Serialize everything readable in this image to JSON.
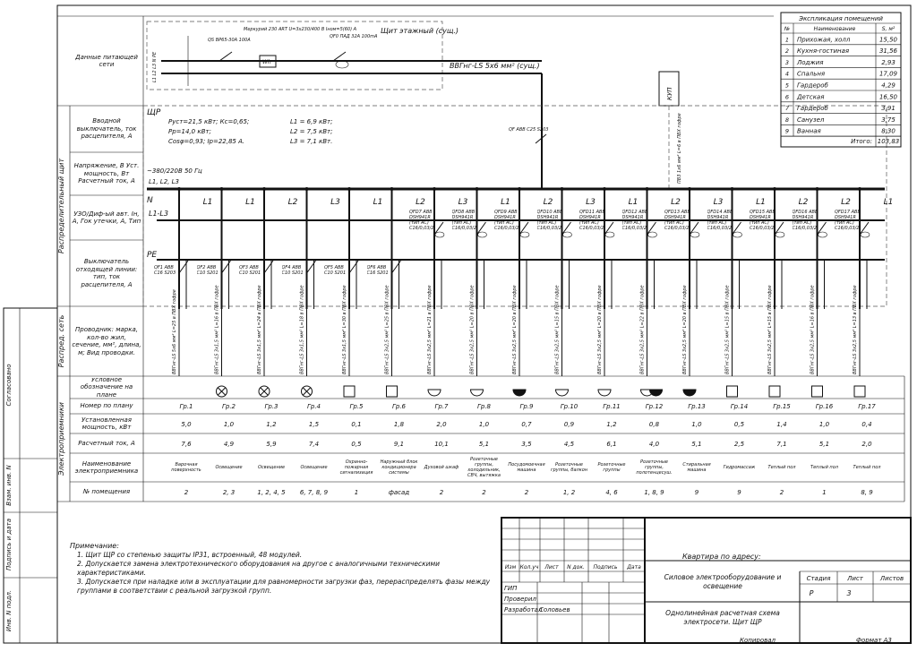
{
  "frame": {
    "left_stamp": [
      "Согласовано",
      "Взам. инв. N",
      "Подпись и дата",
      "Инв. N подл."
    ]
  },
  "row_labels": [
    "Данные питающей сети",
    "Вводной выключатель, ток расцепителя, А",
    "Напряжение, В Уст. мощность, Вт Расчетный ток, А",
    "УЗО/Диф-ый авт. Iн, А, Гок утечки, А, Тип",
    "Выключатель отходящей линии: тип, ток расцепителя, А",
    "Проводник: марка, кол-во жил, сечение, мм², длина, м; Вид проводки.",
    "Условное обозначение на плане",
    "Номер по плану",
    "Установленная мощность, кВт",
    "Расчетный ток, А",
    "Наименование электроприемника",
    "№ помещения"
  ],
  "side_groups": [
    "Распределительный щит",
    "Распред. сеть",
    "Электроприемники"
  ],
  "supply": {
    "panel_title": "Щит этажный (сущ.)",
    "qs_label": "QS ВР65-30А 100А",
    "meter_label": "Меркурий 230 ART U=3х230/400 В Iном=5(60) А",
    "meter_symbol": "Wh",
    "qf0_label": "QF0 ПАД 32А 100mA",
    "cable": "ВВГнг-LS 5х6 мм² (сущ.)",
    "kup": "КУП",
    "pe_cable": "ПВ3 1х6 мм² L=6 в ПВХ гофре",
    "phases": "L1 L2 L3 N PE"
  },
  "panel": {
    "id": "ЩР",
    "params_left": [
      "Руст=21,5 кВт;  Кс=0,65;",
      "Рр=14,0 кВт;",
      "Cosφ=0,93;   Iр=22,85 А."
    ],
    "params_right": [
      "L1 = 6,9 кВт;",
      "L2 = 7,5 кВт;",
      "L3 = 7,1 кВт."
    ],
    "voltage": "~380/220В 50 Гц",
    "phase_list": "L1, L2, L3",
    "bus_n": "N",
    "bus_l": "L1-L3",
    "bus_pe": "PE",
    "input_breaker": "QF ABB C25 S203"
  },
  "groups": [
    {
      "phase": "L1",
      "rcd": "",
      "breaker": "QF1 ABB C16 S203",
      "cable": "ВВГнг-LS 5х6 мм² L=25 в ПВХ гофре",
      "sym": "none",
      "num": "Гр.1",
      "p": "5,0",
      "i": "7,6",
      "name": "Варочная поверхность",
      "room": "2"
    },
    {
      "phase": "L1",
      "rcd": "",
      "breaker": "QF2 ABB C10 S201",
      "cable": "ВВГнг-LS 3х1,5 мм² L=16 в ПВХ гофре",
      "sym": "lamp",
      "num": "Гр.2",
      "p": "1,0",
      "i": "4,9",
      "name": "Освещение",
      "room": "2, 3"
    },
    {
      "phase": "L2",
      "rcd": "",
      "breaker": "QF3 ABB C10 S201",
      "cable": "ВВГнг-LS 3х1,5 мм² L=24 в ПВХ гофре",
      "sym": "lamp",
      "num": "Гр.3",
      "p": "1,2",
      "i": "5,9",
      "name": "Освещение",
      "room": "1, 2, 4, 5"
    },
    {
      "phase": "L3",
      "rcd": "",
      "breaker": "QF4 ABB C10 S201",
      "cable": "ВВГнг-LS 3х1,5 мм² L=18 в ПВХ гофре",
      "sym": "lamp",
      "num": "Гр.4",
      "p": "1,5",
      "i": "7,4",
      "name": "Освещение",
      "room": "6, 7, 8, 9"
    },
    {
      "phase": "L1",
      "rcd": "",
      "breaker": "QF5 ABB C10 S201",
      "cable": "ВВГнг-LS 3х1,5 мм² L=30 в ПВХ гофре",
      "sym": "box",
      "num": "Гр.5",
      "p": "0,1",
      "i": "0,5",
      "name": "Охранно-пожарная сигнализация",
      "room": "1"
    },
    {
      "phase": "L2",
      "rcd": "",
      "breaker": "QF6 ABB C16 S201",
      "cable": "ВВГнг-LS 3х2,5 мм² L=25 в ПВХ гофре",
      "sym": "box",
      "num": "Гр.6",
      "p": "1,8",
      "i": "9,1",
      "name": "Наружный блок кондиционера системы",
      "room": "фасад"
    },
    {
      "phase": "L3",
      "rcd": "QFD7 ABB DSH941R (тип AC) C16/0,03/2",
      "breaker": "",
      "cable": "ВВГнг-LS 3х2,5 мм² L=21 в ПВХ гофре",
      "sym": "socket",
      "num": "Гр.7",
      "p": "2,0",
      "i": "10,1",
      "name": "Духовой шкаф",
      "room": "2"
    },
    {
      "phase": "L1",
      "rcd": "QFD8 ABB DSH941R (тип AC) C16/0,03/2",
      "breaker": "",
      "cable": "ВВГнг-LS 3х2,5 мм² L=20 в ПВХ гофре",
      "sym": "socket",
      "num": "Гр.8",
      "p": "1,0",
      "i": "5,1",
      "name": "Розеточные группы, холодильник, СВЧ, вытяжка",
      "room": "2"
    },
    {
      "phase": "L2",
      "rcd": "QFD9 ABB DSH941R (тип AC) C16/0,03/2",
      "breaker": "",
      "cable": "ВВГнг-LS 3х2,5 мм² L=20 в ПВХ гофре",
      "sym": "socketFill",
      "num": "Гр.9",
      "p": "0,7",
      "i": "3,5",
      "name": "Посудомоечная машина",
      "room": "2"
    },
    {
      "phase": "L3",
      "rcd": "QFD10 ABB DSH941R (тип AC) C16/0,03/2",
      "breaker": "",
      "cable": "ВВГнг-LS 3х2,5 мм² L=15 в ПВХ гофре",
      "sym": "socket",
      "num": "Гр.10",
      "p": "0,9",
      "i": "4,5",
      "name": "Розеточные группы, балкон",
      "room": "1, 2"
    },
    {
      "phase": "L1",
      "rcd": "QFD11 ABB DSH941R (тип AC) C16/0,03/2",
      "breaker": "",
      "cable": "ВВГнг-LS 3х2,5 мм² L=20 в ПВХ гофре",
      "sym": "socket",
      "num": "Гр.11",
      "p": "1,2",
      "i": "6,1",
      "name": "Розеточные группы",
      "room": "4, 6"
    },
    {
      "phase": "L2",
      "rcd": "QFD12 ABB DSH941R (тип AC) C16/0,03/2",
      "breaker": "",
      "cable": "ВВГнг-LS 3х2,5 мм² L=22 в ПВХ гофре",
      "sym": "socketPair",
      "num": "Гр.12",
      "p": "0,8",
      "i": "4,0",
      "name": "Розеточные группы, полотенцесуш.",
      "room": "1, 8, 9"
    },
    {
      "phase": "L3",
      "rcd": "QFD13 ABB DSH941R (тип AC) C16/0,03/2",
      "breaker": "",
      "cable": "ВВГнг-LS 3х2,5 мм² L=20 в ПВХ гофре",
      "sym": "socketFill",
      "num": "Гр.13",
      "p": "1,0",
      "i": "5,1",
      "name": "Стиральная машина",
      "room": "9"
    },
    {
      "phase": "L1",
      "rcd": "QFD14 ABB DSH941R (тип AC) C16/0,03/2",
      "breaker": "",
      "cable": "ВВГнг-LS 3х2,5 мм² L=15 в ПВХ гофре",
      "sym": "box",
      "num": "Гр.14",
      "p": "0,5",
      "i": "2,5",
      "name": "Гидромассаж",
      "room": "9"
    },
    {
      "phase": "L2",
      "rcd": "QFD15 ABB DSH941R (тип AC) C16/0,03/2",
      "breaker": "",
      "cable": "ВВГнг-LS 3х2,5 мм² L=15 в ПВХ гофре",
      "sym": "box",
      "num": "Гр.15",
      "p": "1,4",
      "i": "7,1",
      "name": "Теплый пол",
      "room": "2"
    },
    {
      "phase": "L2",
      "rcd": "QFD16 ABB DSH941R (тип AC) C16/0,03/2",
      "breaker": "",
      "cable": "ВВГнг-LS 3х2,5 мм² L=16 в ПВХ гофре",
      "sym": "box",
      "num": "Гр.16",
      "p": "1,0",
      "i": "5,1",
      "name": "Теплый пол",
      "room": "1"
    },
    {
      "phase": "L1",
      "rcd": "QFD17 ABB DSH941R (тип AC) C16/0,03/2",
      "breaker": "",
      "cable": "ВВГнг-LS 3х2,5 мм² L=13 в ПВХ гофре",
      "sym": "box",
      "num": "Гр.17",
      "p": "0,4",
      "i": "2,0",
      "name": "Теплый пол",
      "room": "8, 9"
    }
  ],
  "rooms_table": {
    "title": "Экспликация помещений",
    "headers": [
      "№",
      "Наименование",
      "S, м²"
    ],
    "rows": [
      [
        "1",
        "Прихожая, холл",
        "15,50"
      ],
      [
        "2",
        "Кухня-гостиная",
        "31,56"
      ],
      [
        "3",
        "Лоджия",
        "2,93"
      ],
      [
        "4",
        "Спальня",
        "17,09"
      ],
      [
        "5",
        "Гардероб",
        "4,29"
      ],
      [
        "6",
        "Детская",
        "16,50"
      ],
      [
        "7",
        "Гардероб",
        "3,91"
      ],
      [
        "8",
        "Санузел",
        "3,75"
      ],
      [
        "9",
        "Ванная",
        "8,30"
      ]
    ],
    "total_label": "Итого:",
    "total_value": "103,83"
  },
  "notes": {
    "title": "Примечание:",
    "items": [
      "1. Щит ЩР со степенью защиты IP31, встроенный, 48 модулей.",
      "2. Допускается замена электротехнического оборудования на другое с аналогичными техническими характеристиками.",
      "3. Допускается при наладке или в эксплуатации для равномерности загрузки фаз, перераспределять фазы между группами в соответствии с реальной загрузкой групп."
    ]
  },
  "title_block": {
    "cols": [
      "Изм",
      "Кол.уч",
      "Лист",
      "N док.",
      "Подпись",
      "Дата"
    ],
    "roles": [
      "ГИП",
      "Проверил",
      "Разработал"
    ],
    "developer": "Соловьев",
    "address": "Квартира по адресу: ____________________",
    "doc_title": "Силовое электрооборудование и освещение",
    "stage_h": "Стадия",
    "sheet_h": "Лист",
    "sheets_h": "Листов",
    "stage": "Р",
    "sheet": "3",
    "sheets": "",
    "drawing_title": "Однолинейная расчетная схема электросети. Щит ЩР",
    "copied": "Копировал",
    "format": "Формат А3"
  }
}
